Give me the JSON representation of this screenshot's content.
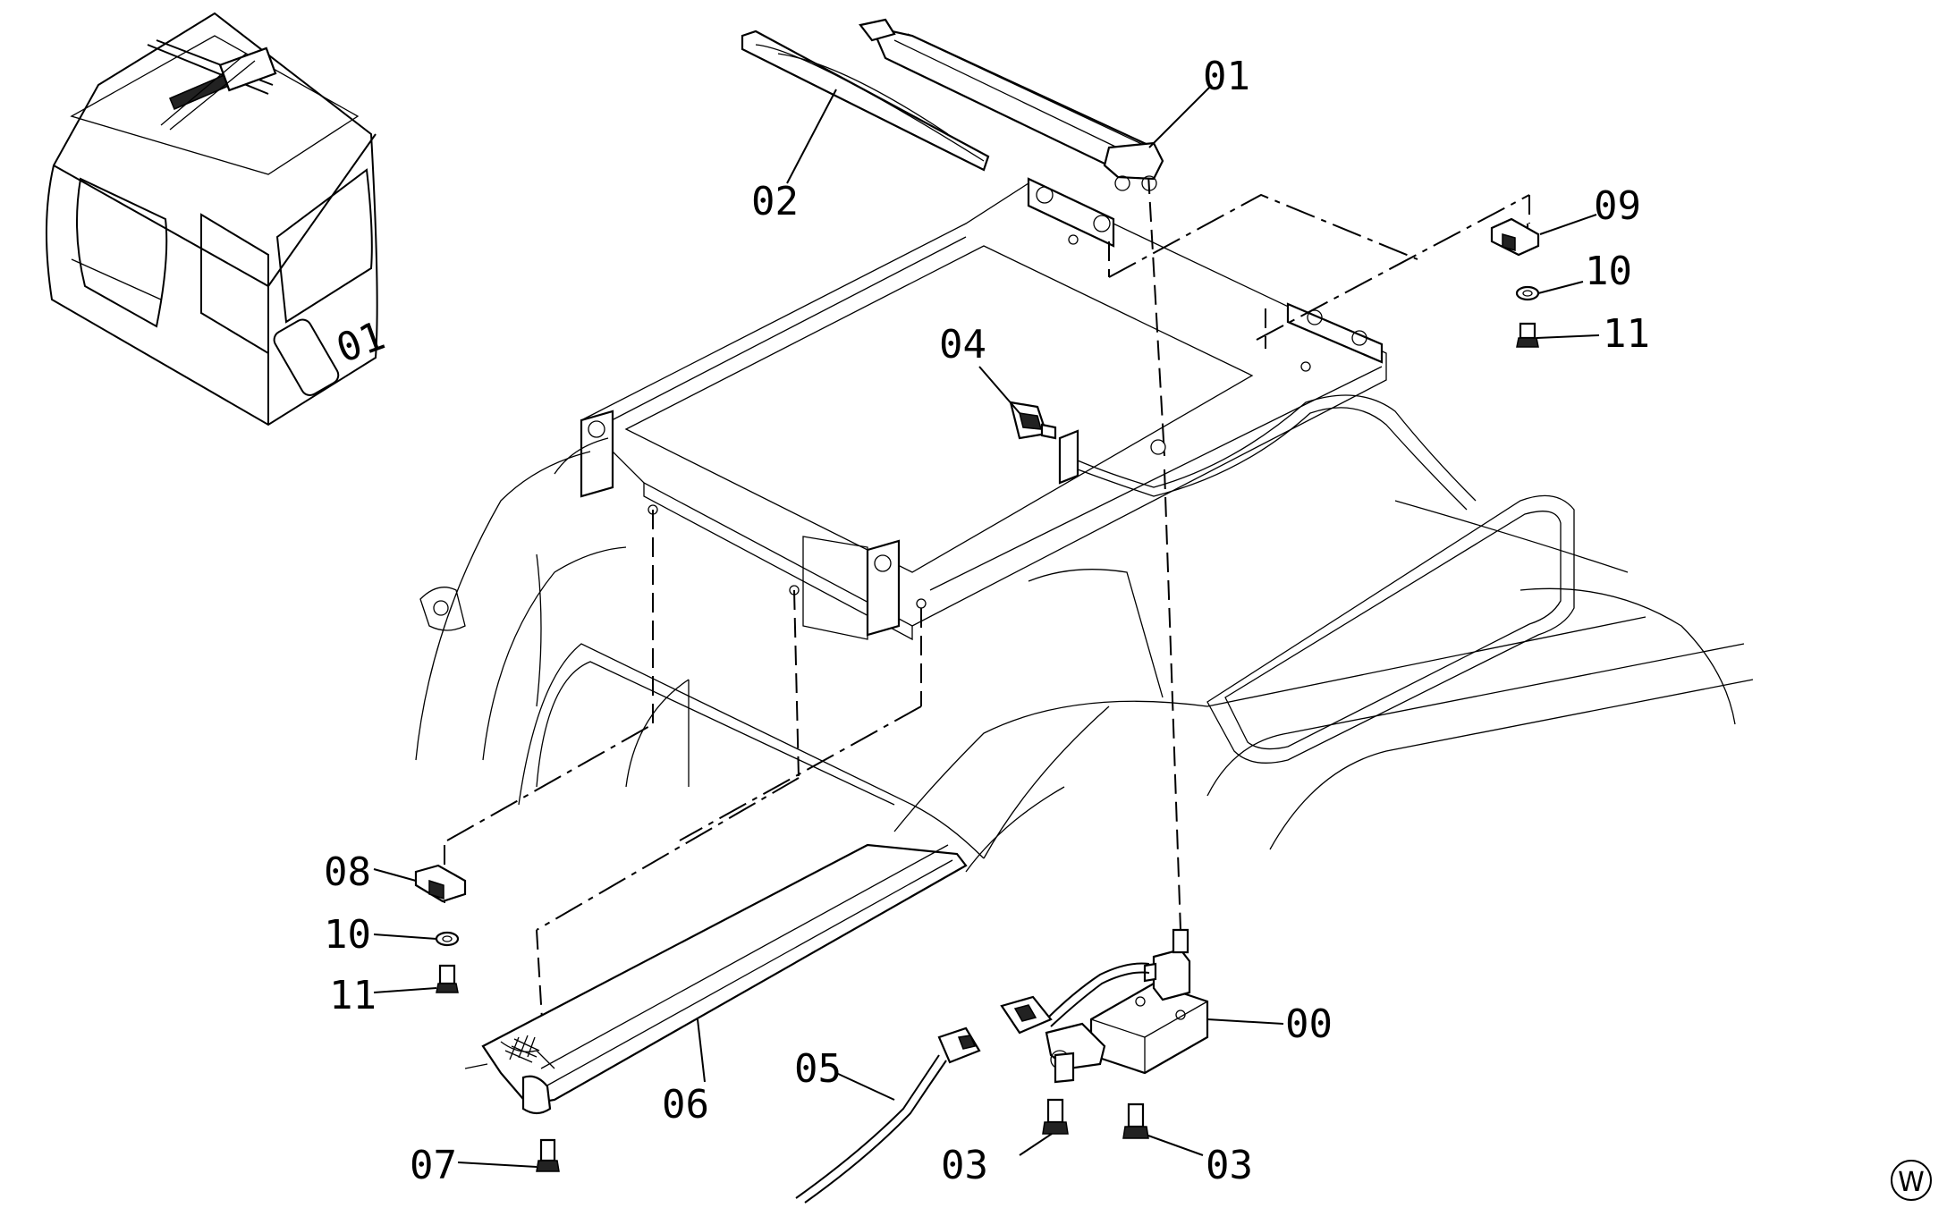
{
  "callouts": [
    {
      "id": "00",
      "text": "00"
    },
    {
      "id": "01",
      "text": "01"
    },
    {
      "id": "02",
      "text": "02"
    },
    {
      "id": "03a",
      "text": "03"
    },
    {
      "id": "03b",
      "text": "03"
    },
    {
      "id": "04",
      "text": "04"
    },
    {
      "id": "05",
      "text": "05"
    },
    {
      "id": "06",
      "text": "06"
    },
    {
      "id": "07",
      "text": "07"
    },
    {
      "id": "08",
      "text": "08"
    },
    {
      "id": "09",
      "text": "09"
    },
    {
      "id": "10a",
      "text": "10"
    },
    {
      "id": "10b",
      "text": "10"
    },
    {
      "id": "11a",
      "text": "11"
    },
    {
      "id": "11b",
      "text": "11"
    }
  ],
  "inset": {
    "cab_marking": "01"
  },
  "corner_mark": "W"
}
